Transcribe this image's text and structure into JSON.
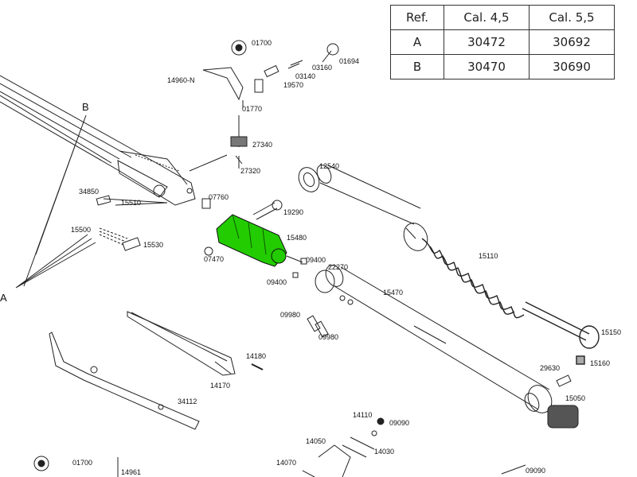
{
  "ref_table": {
    "headers": [
      "Ref.",
      "Cal. 4,5",
      "Cal. 5,5"
    ],
    "rows": [
      [
        "A",
        "30472",
        "30692"
      ],
      [
        "B",
        "30470",
        "30690"
      ]
    ]
  },
  "callouts": {
    "a": "A",
    "b": "B"
  },
  "parts": {
    "p01700_top": "01700",
    "p01694": "01694",
    "p03160": "03160",
    "p03140": "03140",
    "p19570": "19570",
    "p14960": "14960-N",
    "p01770": "01770",
    "p27340": "27340",
    "p27320": "27320",
    "p34850": "34850",
    "p15510": "15510",
    "p07760": "07760",
    "p19290": "19290",
    "p15500": "15500",
    "p15530": "15530",
    "p15480": "15480",
    "p07470": "07470",
    "p09400_a": "09400",
    "p09400_b": "09400",
    "p22270": "22270",
    "p12540": "12540",
    "p15110": "15110",
    "p15470": "15470",
    "p09980_a": "09980",
    "p09980_b": "09980",
    "p15150": "15150",
    "p15160": "15160",
    "p29630": "29630",
    "p15050": "15050",
    "p14180": "14180",
    "p14170": "14170",
    "p34112": "34112",
    "p14110": "14110",
    "p09090_a": "09090",
    "p14050": "14050",
    "p14030": "14030",
    "p14070": "14070",
    "p01700_bottom": "01700",
    "p14961": "14961",
    "p09090_b": "09090"
  },
  "highlight_color": "#22cc00"
}
